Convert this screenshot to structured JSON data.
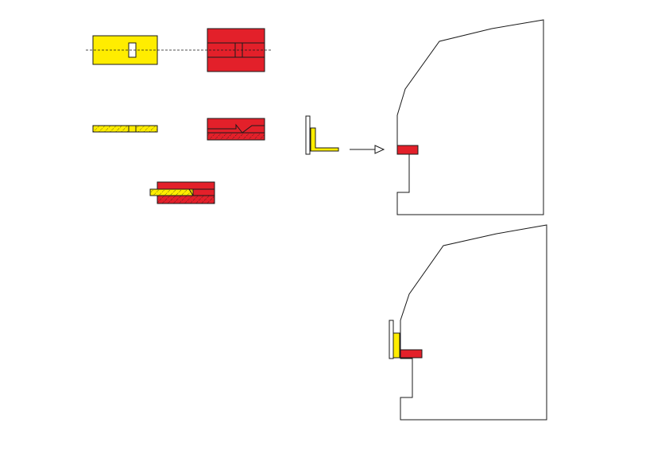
{
  "diagram": {
    "type": "assembly-illustration",
    "colors": {
      "yellow_part": "#ffed00",
      "red_part": "#e3202a",
      "outline": "#1a1a1a",
      "plate": "#ffffff",
      "background": "#ffffff"
    },
    "steps": [
      {
        "step": "top-view",
        "parts": [
          "yellow-bracket",
          "red-block"
        ]
      },
      {
        "step": "side-view",
        "parts": [
          "yellow-bracket",
          "red-block"
        ]
      },
      {
        "step": "joined-section",
        "parts": [
          "yellow-bracket",
          "red-block"
        ]
      },
      {
        "step": "before-install",
        "parts": [
          "l-bracket",
          "housing",
          "red-tab"
        ]
      },
      {
        "step": "after-install",
        "parts": [
          "l-bracket",
          "housing",
          "red-tab"
        ]
      }
    ],
    "icons": [
      "arrow-right-icon"
    ]
  }
}
